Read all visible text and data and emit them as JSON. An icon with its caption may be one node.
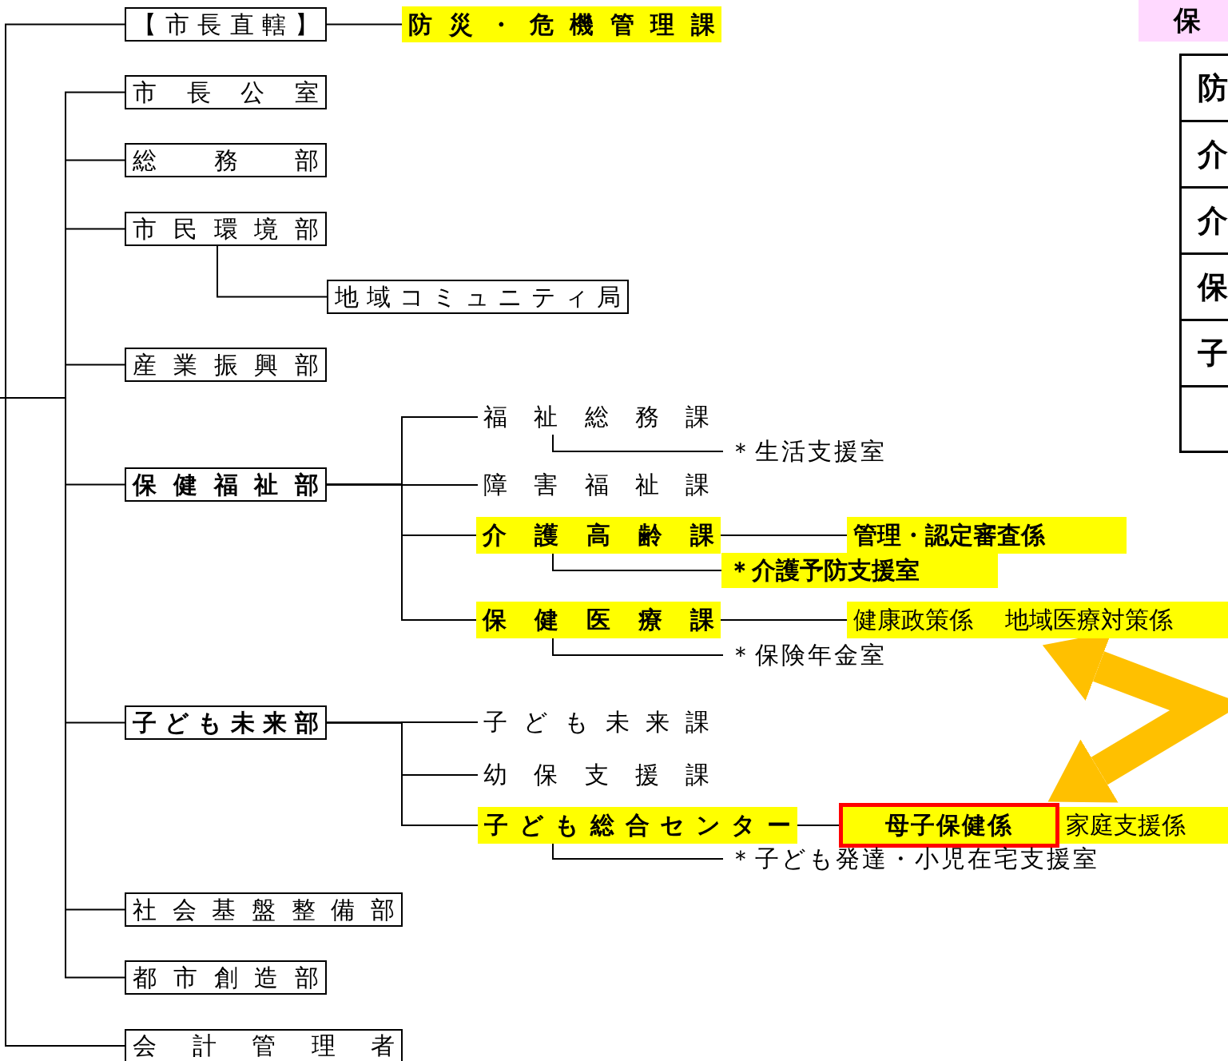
{
  "diagram": {
    "nodes": [
      {
        "text": [
          "【市長直轄】"
        ]
      },
      {
        "text": [
          "防災・危機管理課"
        ]
      },
      {
        "text": [
          "市長公室"
        ]
      },
      {
        "text": [
          "総務部"
        ]
      },
      {
        "text": [
          "市民環境部"
        ]
      },
      {
        "text": [
          "地域コミュニティ局"
        ]
      },
      {
        "text": [
          "産業振興部"
        ]
      },
      {
        "text": [
          "保健福祉部"
        ]
      },
      {
        "text": [
          "福祉総務課"
        ]
      },
      {
        "text": [
          "＊生活支援室"
        ]
      },
      {
        "text": [
          "障害福祉課"
        ]
      },
      {
        "text": [
          "介護高齢課"
        ]
      },
      {
        "text": [
          "管理・認定審査係"
        ]
      },
      {
        "text": [
          "＊介護予防支援室"
        ]
      },
      {
        "text": [
          "保健医療課"
        ]
      },
      {
        "text": [
          "健康政策係",
          "地域医療対策係"
        ]
      },
      {
        "text": [
          "＊保険年金室"
        ]
      },
      {
        "text": [
          "子ども未来部"
        ]
      },
      {
        "text": [
          "子ども未来課"
        ]
      },
      {
        "text": [
          "幼保支援課"
        ]
      },
      {
        "text": [
          "子ども総合センター"
        ]
      },
      {
        "text": [
          "母子保健係"
        ]
      },
      {
        "text": [
          "家庭支援係"
        ]
      },
      {
        "text": [
          "＊子ども発達・小児在宅支援室"
        ]
      },
      {
        "text": [
          "社会基盤整備部"
        ]
      },
      {
        "text": [
          "都市創造部"
        ]
      },
      {
        "text": [
          "会計管理者"
        ]
      }
    ],
    "edges": [
      {
        "from": null,
        "to": 0,
        "arrow": "none"
      },
      {
        "from": null,
        "to": 2,
        "arrow": "none"
      },
      {
        "from": null,
        "to": 3,
        "arrow": "none"
      },
      {
        "from": null,
        "to": 4,
        "arrow": "none"
      },
      {
        "from": null,
        "to": 6,
        "arrow": "none"
      },
      {
        "from": null,
        "to": 7,
        "arrow": "none"
      },
      {
        "from": null,
        "to": 17,
        "arrow": "none"
      },
      {
        "from": null,
        "to": 24,
        "arrow": "none"
      },
      {
        "from": null,
        "to": 25,
        "arrow": "none"
      },
      {
        "from": null,
        "to": 26,
        "arrow": "none"
      },
      {
        "from": 0,
        "to": 1,
        "arrow": "none"
      },
      {
        "from": 4,
        "to": 5,
        "arrow": "none"
      },
      {
        "from": 7,
        "to": 8,
        "arrow": "none"
      },
      {
        "from": 7,
        "to": 10,
        "arrow": "none"
      },
      {
        "from": 7,
        "to": 11,
        "arrow": "none"
      },
      {
        "from": 7,
        "to": 14,
        "arrow": "none"
      },
      {
        "from": 8,
        "to": 9,
        "arrow": "none"
      },
      {
        "from": 11,
        "to": 12,
        "arrow": "none"
      },
      {
        "from": 11,
        "to": 13,
        "arrow": "none"
      },
      {
        "from": 14,
        "to": 15,
        "arrow": "none"
      },
      {
        "from": 14,
        "to": 16,
        "arrow": "none"
      },
      {
        "from": 17,
        "to": 18,
        "arrow": "none"
      },
      {
        "from": 17,
        "to": 19,
        "arrow": "none"
      },
      {
        "from": 17,
        "to": 20,
        "arrow": "none"
      },
      {
        "from": 20,
        "to": 21,
        "arrow": "none"
      },
      {
        "from": 20,
        "to": 23,
        "arrow": "none"
      },
      {
        "from": 15,
        "to": 21,
        "arrow": "both",
        "style": "thick",
        "color": "#ffc000"
      }
    ],
    "labels": [
      "保",
      "防",
      "介",
      "介",
      "保",
      "子"
    ]
  }
}
